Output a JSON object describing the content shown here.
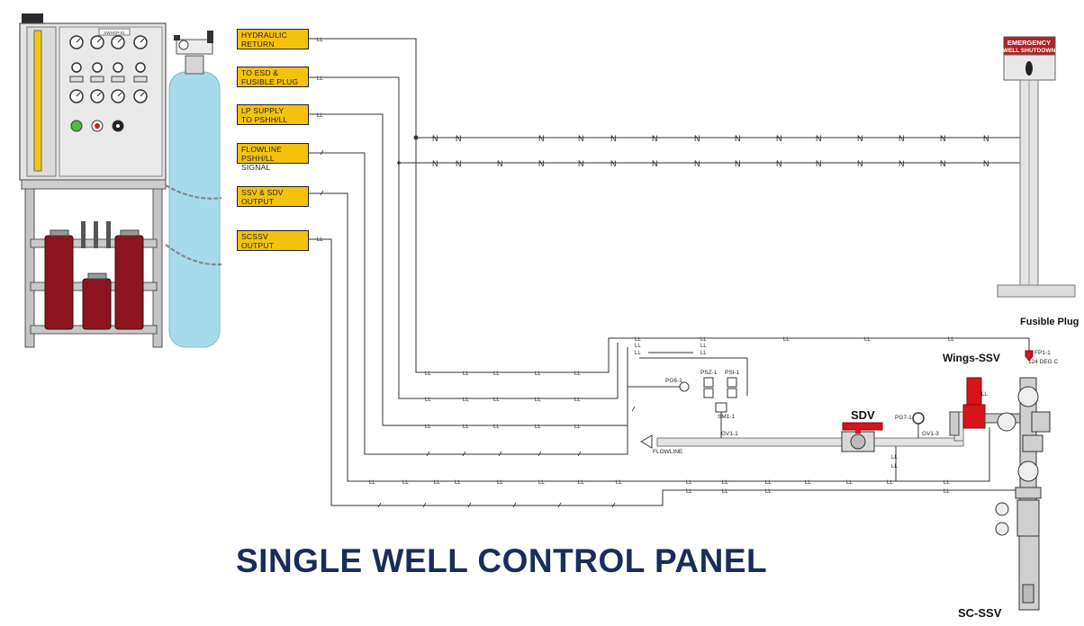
{
  "title": "SINGLE WELL CONTROL PANEL",
  "panel_plate": "SWHCP-01",
  "signal_tags": [
    {
      "line1": "HYDRAULIC",
      "line2": "RETURN"
    },
    {
      "line1": "TO ESD &",
      "line2": "FUSIBLE PLUG"
    },
    {
      "line1": "LP SUPPLY",
      "line2": "TO PSHH/LL"
    },
    {
      "line1": "FLOWLINE",
      "line2": "PSHH/LL SIGNAL"
    },
    {
      "line1": "SSV & SDV",
      "line2": "OUTPUT"
    },
    {
      "line1": "SCSSV",
      "line2": "OUTPUT"
    }
  ],
  "esd_station": {
    "line1": "EMERGENCY",
    "line2": "WELL SHUTDOWN"
  },
  "labels": {
    "fusible_plug": "Fusible Plug",
    "wings_ssv": "Wings-SSV",
    "sdv": "SDV",
    "sc_ssv": "SC-SSV"
  },
  "instruments": {
    "fp": "FP1-1",
    "fp_temp": "124 DEG C",
    "pg6": "PG6-1",
    "psl": "PSZ-1",
    "psi": "PSI-1",
    "sm": "SM1-1",
    "gv1": "GV1-1",
    "pg7": "PG7-1",
    "gv13": "GV1-3",
    "flowline": "FLOWLINE"
  },
  "colors": {
    "tag_fill": "#f4c20d",
    "title": "#1a2d5a",
    "valve_red": "#d7141a",
    "cabinet": "#e3e3e3",
    "cylinder": "#a6dcea",
    "accumulator": "#8c1520"
  }
}
